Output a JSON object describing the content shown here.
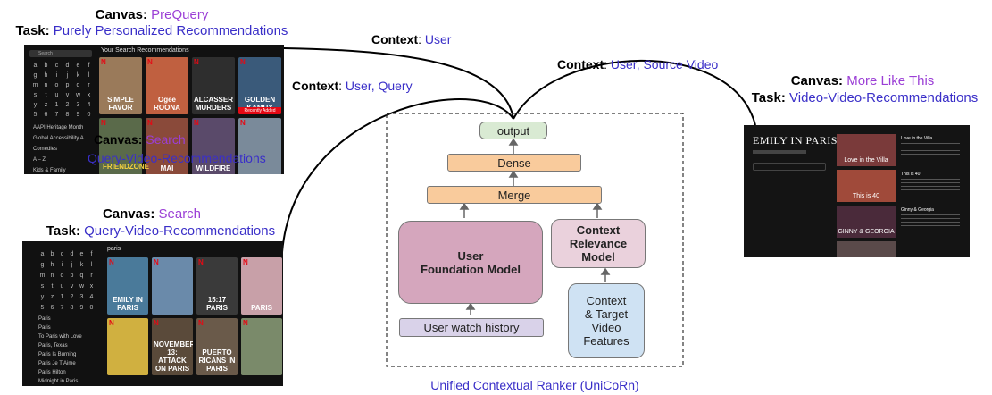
{
  "prequery": {
    "canvas_label": "Canvas:",
    "canvas_value": "PreQuery",
    "task_label": "Task:",
    "task_value": "Purely Personalized Recommendations",
    "shot": {
      "header": "Your Search Recommendations",
      "search_label": "Search",
      "keys": [
        "a",
        "b",
        "c",
        "d",
        "e",
        "f",
        "g",
        "h",
        "i",
        "j",
        "k",
        "l",
        "m",
        "n",
        "o",
        "p",
        "q",
        "r",
        "s",
        "t",
        "u",
        "v",
        "w",
        "x",
        "y",
        "z",
        "1",
        "2",
        "3",
        "4",
        "5",
        "6",
        "7",
        "8",
        "9",
        "0"
      ],
      "side_items": [
        "AAPI Heritage Month",
        "Global Accessibility A...",
        "Comedies",
        "A – Z",
        "Kids & Family"
      ],
      "tiles": [
        "SIMPLE FAVOR",
        "Ogee ROONA",
        "ALCASSER MURDERS",
        "GOLDEN KAMUY",
        "",
        "MAI",
        "WILDFIRE",
        ""
      ],
      "tile_badge": "Recently Added",
      "bottom_tile": "FRIENDZONE"
    },
    "overlay_canvas_label": "Canvas:",
    "overlay_canvas_value": "Search",
    "overlay_task_value": "Query-Video-Recommendations"
  },
  "search": {
    "canvas_label": "Canvas:",
    "canvas_value": "Search",
    "task_label": "Task:",
    "task_value": "Query-Video-Recommendations",
    "shot": {
      "query": "paris",
      "keys": [
        "a",
        "b",
        "c",
        "d",
        "e",
        "f",
        "g",
        "h",
        "i",
        "j",
        "k",
        "l",
        "m",
        "n",
        "o",
        "p",
        "q",
        "r",
        "s",
        "t",
        "u",
        "v",
        "w",
        "x",
        "y",
        "z",
        "1",
        "2",
        "3",
        "4",
        "5",
        "6",
        "7",
        "8",
        "9",
        "0"
      ],
      "side_items": [
        "Paris",
        "Paris",
        "To Paris with Love",
        "Paris, Texas",
        "Paris Is Burning",
        "Paris Je T'Aime",
        "Paris Hilton",
        "Midnight in Paris"
      ],
      "tiles": [
        "EMILY IN PARIS",
        "",
        "15:17 PARIS",
        "PARIS",
        "",
        "NOVEMBER 13: ATTACK ON PARIS",
        "PUERTO RICANS IN PARIS",
        ""
      ]
    }
  },
  "morelike": {
    "canvas_label": "Canvas:",
    "canvas_value": "More Like This",
    "task_label": "Task:",
    "task_value": "Video-Video-Recommendations",
    "shot": {
      "title": "EMILY IN PARIS",
      "items": [
        {
          "thumb": "Love in the Villa",
          "title": "Love in the Villa"
        },
        {
          "thumb": "This is 40",
          "title": "This is 40"
        },
        {
          "thumb": "GINNY & GEORGIA",
          "title": "Ginny & Georgia"
        },
        {
          "thumb": "",
          "title": "Uncoupled"
        }
      ]
    }
  },
  "contexts": {
    "user": {
      "label": "Context",
      "value": "User"
    },
    "user_query": {
      "label": "Context",
      "value": "User, Query"
    },
    "user_source": {
      "label": "Context",
      "value": "User, Source Video"
    }
  },
  "model": {
    "output": "output",
    "dense": "Dense",
    "merge": "Merge",
    "ufm_line1": "User",
    "ufm_line2": "Foundation Model",
    "crm_line1": "Context",
    "crm_line2": "Relevance",
    "crm_line3": "Model",
    "history": "User watch history",
    "features_line1": "Context",
    "features_line2": "& Target",
    "features_line3": "Video",
    "features_line4": "Features",
    "caption": "Unified Contextual Ranker (UniCoRn)"
  },
  "colors": {
    "output_fill": "#d9ead3",
    "dense_fill": "#f9cb9c",
    "ufm_fill": "#d5a6bd",
    "crm_fill": "#ead1dc",
    "history_fill": "#d9d2e9",
    "features_fill": "#cfe2f3",
    "canvas_value": "#9b3fd6",
    "task_value": "#3a2fc8"
  }
}
